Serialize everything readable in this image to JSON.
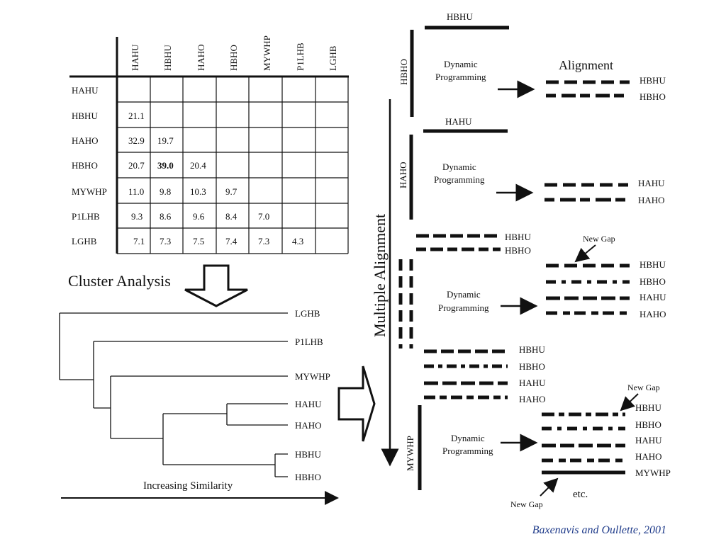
{
  "matrix": {
    "labels": [
      "HAHU",
      "HBHU",
      "HAHO",
      "HBHO",
      "MYWHP",
      "P1LHB",
      "LGHB"
    ],
    "rows": [
      [],
      [
        "21.1"
      ],
      [
        "32.9",
        "19.7"
      ],
      [
        "20.7",
        "39.0",
        "20.4"
      ],
      [
        "11.0",
        "9.8",
        "10.3",
        "9.7"
      ],
      [
        "9.3",
        "8.6",
        "9.6",
        "8.4",
        "7.0"
      ],
      [
        "7.1",
        "7.3",
        "7.5",
        "7.4",
        "7.3",
        "4.3"
      ]
    ],
    "highlight": "39.0"
  },
  "cluster": {
    "title": "Cluster Analysis",
    "leaves": [
      "LGHB",
      "P1LHB",
      "MYWHP",
      "HAHU",
      "HAHO",
      "HBHU",
      "HBHO"
    ],
    "axis_label": "Increasing Similarity"
  },
  "multiple_alignment_label": "Multiple Alignment",
  "alignment_title": "Alignment",
  "dp_line1": "Dynamic",
  "dp_line2": "Programming",
  "new_gap": "New Gap",
  "etc": "etc.",
  "steps": [
    {
      "side_label": "HBHO",
      "top_label": "HBHU",
      "inputs": [],
      "outputs": [
        "HBHU",
        "HBHO"
      ]
    },
    {
      "side_label": "HAHO",
      "top_label": "HAHU",
      "inputs": [],
      "outputs": [
        "HAHU",
        "HAHO"
      ]
    },
    {
      "side_label": "",
      "top_label": "",
      "inputs": [
        "HBHU",
        "HBHO"
      ],
      "outputs": [
        "HBHU",
        "HBHO",
        "HAHU",
        "HAHO"
      ]
    },
    {
      "side_label": "MYWHP",
      "top_label": "",
      "inputs": [
        "HBHU",
        "HBHO",
        "HAHU",
        "HAHO"
      ],
      "outputs": [
        "HBHU",
        "HBHO",
        "HAHU",
        "HAHO",
        "MYWHP"
      ]
    }
  ],
  "citation": "Baxenavis and Oullette, 2001",
  "colors": {
    "ink": "#111111",
    "citation": "#1f3b8a"
  }
}
